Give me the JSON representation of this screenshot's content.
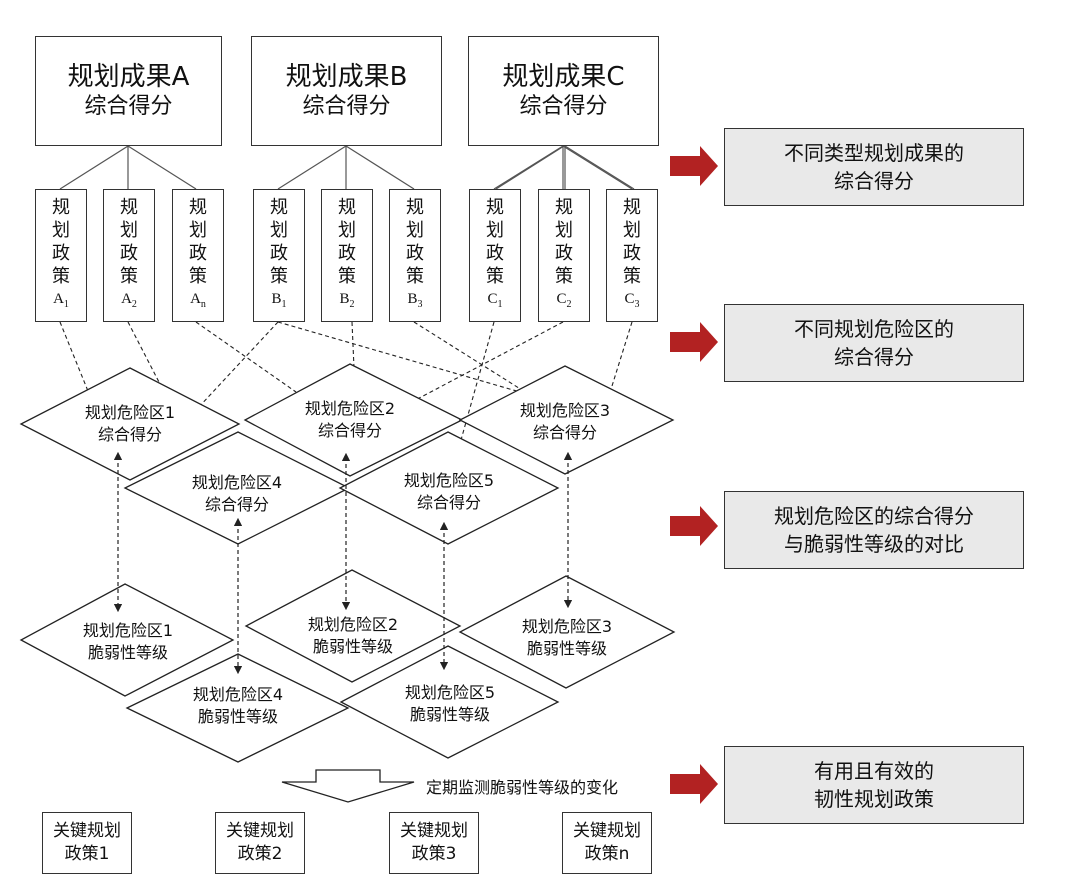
{
  "outcomes": [
    {
      "title": "规划成果A",
      "subtitle": "综合得分"
    },
    {
      "title": "规划成果B",
      "subtitle": "综合得分"
    },
    {
      "title": "规划成果C",
      "subtitle": "综合得分"
    }
  ],
  "policies": [
    {
      "chars": "规划政策",
      "code": "A",
      "sub": "1"
    },
    {
      "chars": "规划政策",
      "code": "A",
      "sub": "2"
    },
    {
      "chars": "规划政策",
      "code": "A",
      "sub": "n"
    },
    {
      "chars": "规划政策",
      "code": "B",
      "sub": "1"
    },
    {
      "chars": "规划政策",
      "code": "B",
      "sub": "2"
    },
    {
      "chars": "规划政策",
      "code": "B",
      "sub": "3"
    },
    {
      "chars": "规划政策",
      "code": "C",
      "sub": "1"
    },
    {
      "chars": "规划政策",
      "code": "C",
      "sub": "2"
    },
    {
      "chars": "规划政策",
      "code": "C",
      "sub": "3"
    }
  ],
  "score_zones": [
    {
      "l1": "规划危险区1",
      "l2": "综合得分"
    },
    {
      "l1": "规划危险区2",
      "l2": "综合得分"
    },
    {
      "l1": "规划危险区3",
      "l2": "综合得分"
    },
    {
      "l1": "规划危险区4",
      "l2": "综合得分"
    },
    {
      "l1": "规划危险区5",
      "l2": "综合得分"
    }
  ],
  "vuln_zones": [
    {
      "l1": "规划危险区1",
      "l2": "脆弱性等级"
    },
    {
      "l1": "规划危险区2",
      "l2": "脆弱性等级"
    },
    {
      "l1": "规划危险区3",
      "l2": "脆弱性等级"
    },
    {
      "l1": "规划危险区4",
      "l2": "脆弱性等级"
    },
    {
      "l1": "规划危险区5",
      "l2": "脆弱性等级"
    }
  ],
  "side_boxes": [
    {
      "l1": "不同类型规划成果的",
      "l2": "综合得分"
    },
    {
      "l1": "不同规划危险区的",
      "l2": "综合得分"
    },
    {
      "l1": "规划危险区的综合得分",
      "l2": "与脆弱性等级的对比"
    },
    {
      "l1": "有用且有效的",
      "l2": "韧性规划政策"
    }
  ],
  "monitor_label": "定期监测脆弱性等级的变化",
  "key_policies": [
    {
      "l1": "关键规划",
      "l2": "政策1"
    },
    {
      "l1": "关键规划",
      "l2": "政策2"
    },
    {
      "l1": "关键规划",
      "l2": "政策3"
    },
    {
      "l1": "关键规划",
      "l2": "政策n"
    }
  ],
  "colors": {
    "arrow": "#b22222",
    "side_fill": "#e9e9e9",
    "line": "#333333"
  }
}
